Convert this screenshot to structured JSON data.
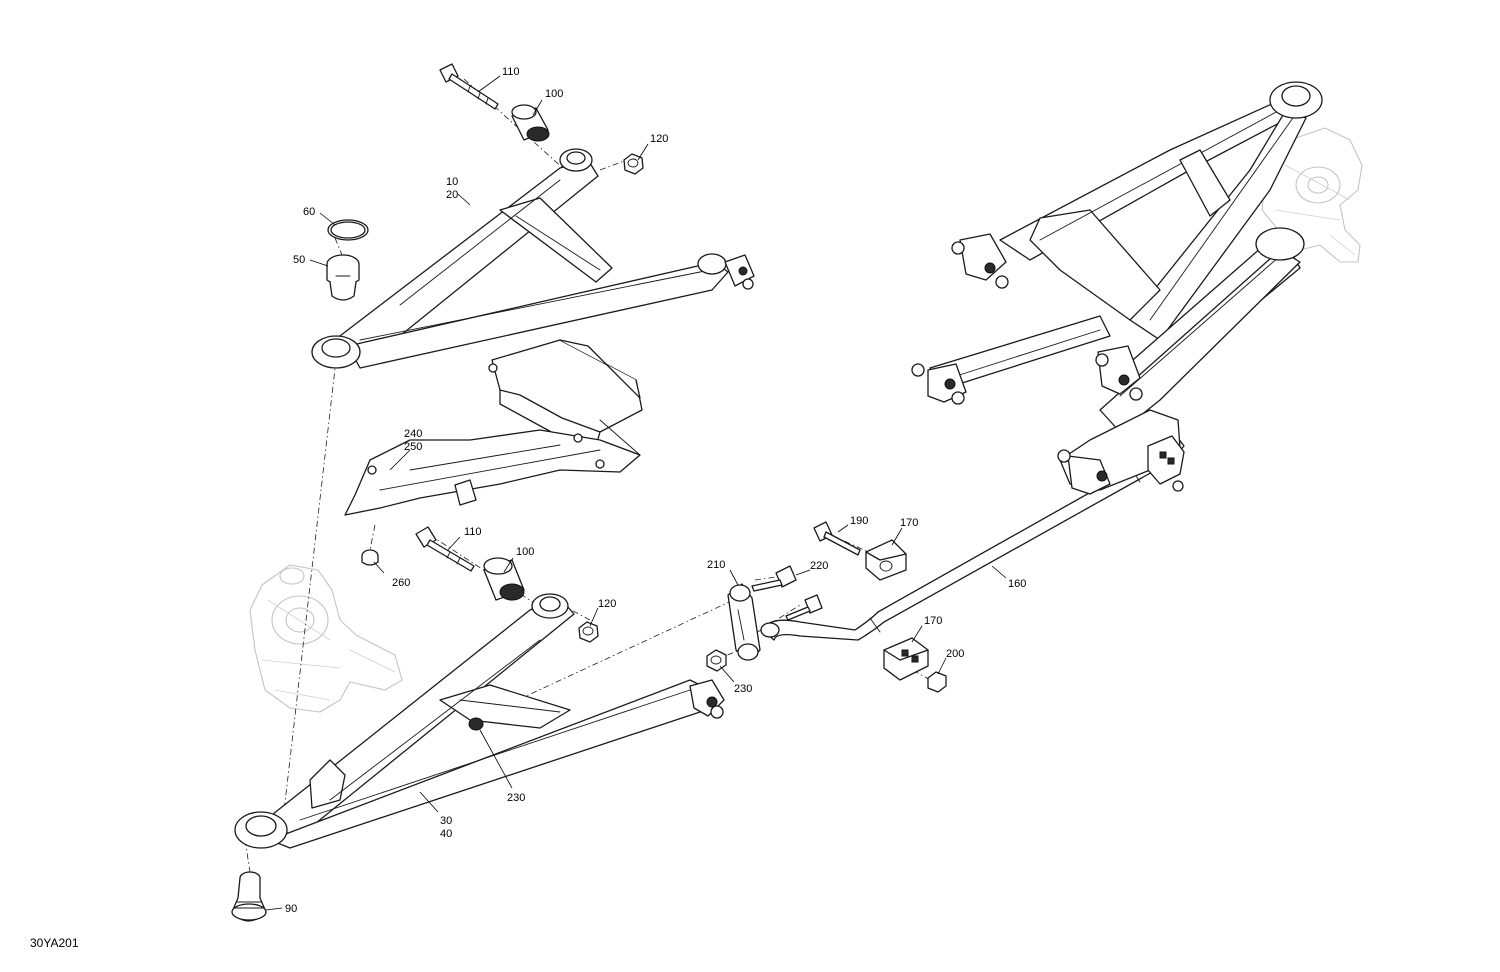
{
  "figure_ref": "30YA201",
  "callouts": {
    "c10": "10",
    "c20": "20",
    "c30": "30",
    "c40": "40",
    "c50": "50",
    "c60": "60",
    "c90": "90",
    "c100_top": "100",
    "c100_mid": "100",
    "c110_top": "110",
    "c110_mid": "110",
    "c120_top": "120",
    "c120_mid": "120",
    "c160": "160",
    "c170_top": "170",
    "c170_bot": "170",
    "c190": "190",
    "c200": "200",
    "c210": "210",
    "c220": "220",
    "c230_link": "230",
    "c230_arm": "230",
    "c240": "240",
    "c250": "250",
    "c260": "260"
  }
}
